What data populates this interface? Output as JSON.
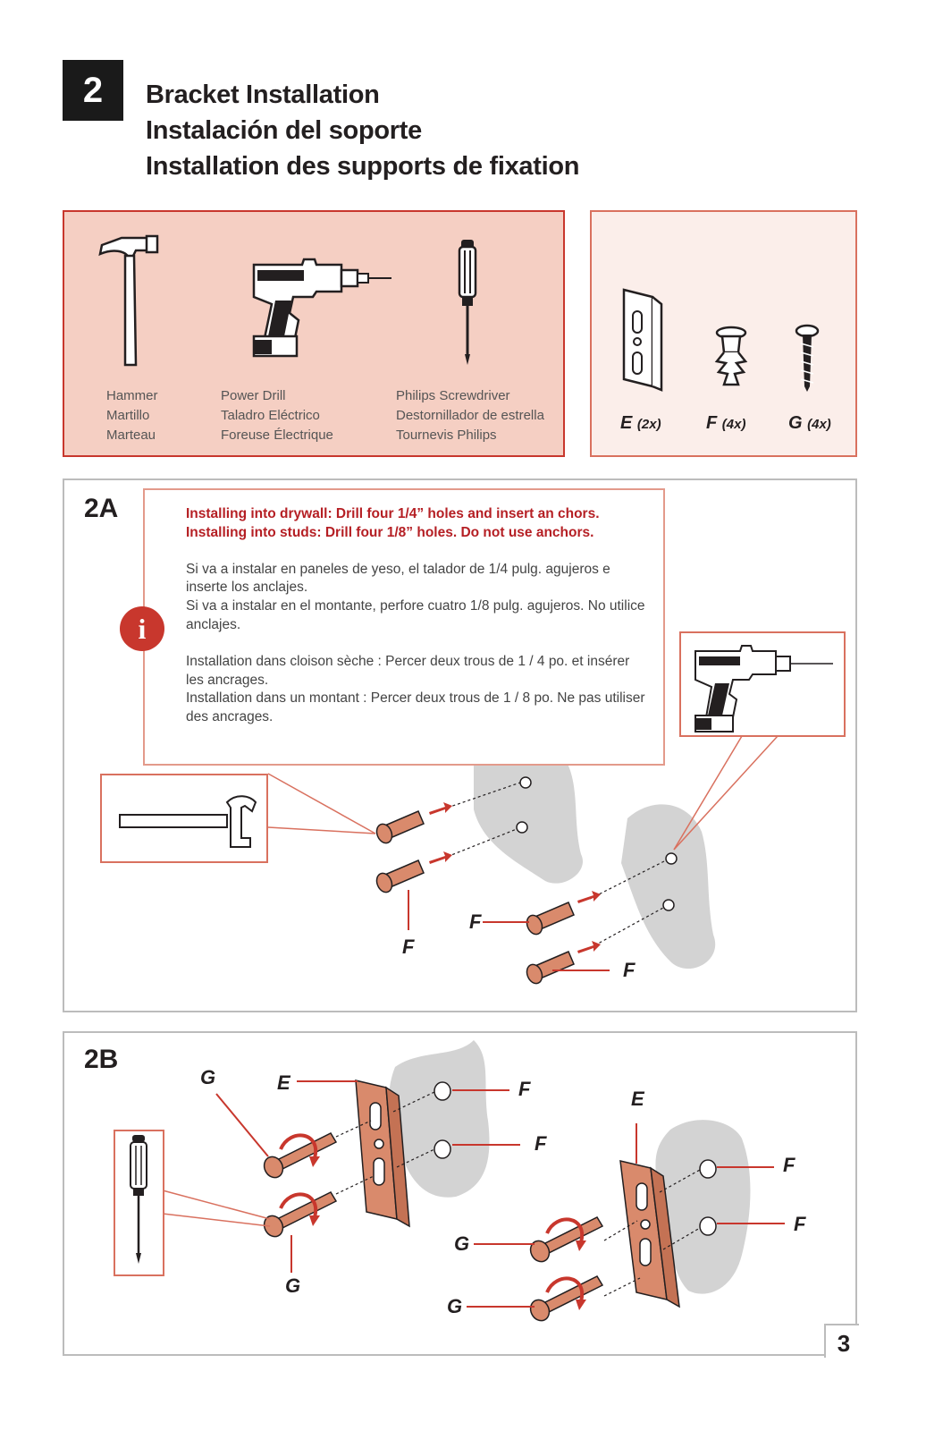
{
  "step": {
    "number": "2",
    "title_en": "Bracket Installation",
    "title_es": "Instalación del soporte",
    "title_fr": "Installation des supports de fixation"
  },
  "tools": [
    {
      "icon": "hammer-icon",
      "en": "Hammer",
      "es": "Martillo",
      "fr": "Marteau"
    },
    {
      "icon": "power-drill-icon",
      "en": "Power Drill",
      "es": "Taladro Eléctrico",
      "fr": "Foreuse Électrique"
    },
    {
      "icon": "screwdriver-icon",
      "en": "Philips Screwdriver",
      "es": "Destornillador de estrella",
      "fr": "Tournevis Philips"
    }
  ],
  "parts": [
    {
      "icon": "bracket-icon",
      "letter": "E",
      "qty": "(2x)"
    },
    {
      "icon": "anchor-icon",
      "letter": "F",
      "qty": "(4x)"
    },
    {
      "icon": "screw-icon",
      "letter": "G",
      "qty": "(4x)"
    }
  ],
  "step_2a": {
    "label": "2A",
    "note_en_1": "Installing  into drywall:  Drill four 1/4” holes and insert an chors.",
    "note_en_2": "Installing into studs:  Drill four 1/8” holes. Do not use anchors.",
    "note_es_1": "Si va a instalar en paneles de yeso, el talador de 1/4  pulg. agujeros e inserte los anclajes.",
    "note_es_2": "Si va a instalar en el montante, perfore cuatro 1/8 pulg. agujeros. No utilice anclajes.",
    "note_fr_1": "Installation dans cloison sèche :  Percer deux trous de 1 / 4 po. et insérer les ancrages.",
    "note_fr_2": "Installation dans un montant :  Percer deux trous de 1 / 8 po. Ne pas utiliser des ancrages.",
    "callouts": [
      "F",
      "F",
      "F"
    ]
  },
  "step_2b": {
    "label": "2B",
    "callouts": {
      "g": "G",
      "e": "E",
      "f": "F"
    }
  },
  "page_number": "3",
  "colors": {
    "accent": "#c8372d",
    "tools_bg": "#f5cfc3",
    "parts_bg": "#fbeeea",
    "copper": "#d98a6c"
  }
}
